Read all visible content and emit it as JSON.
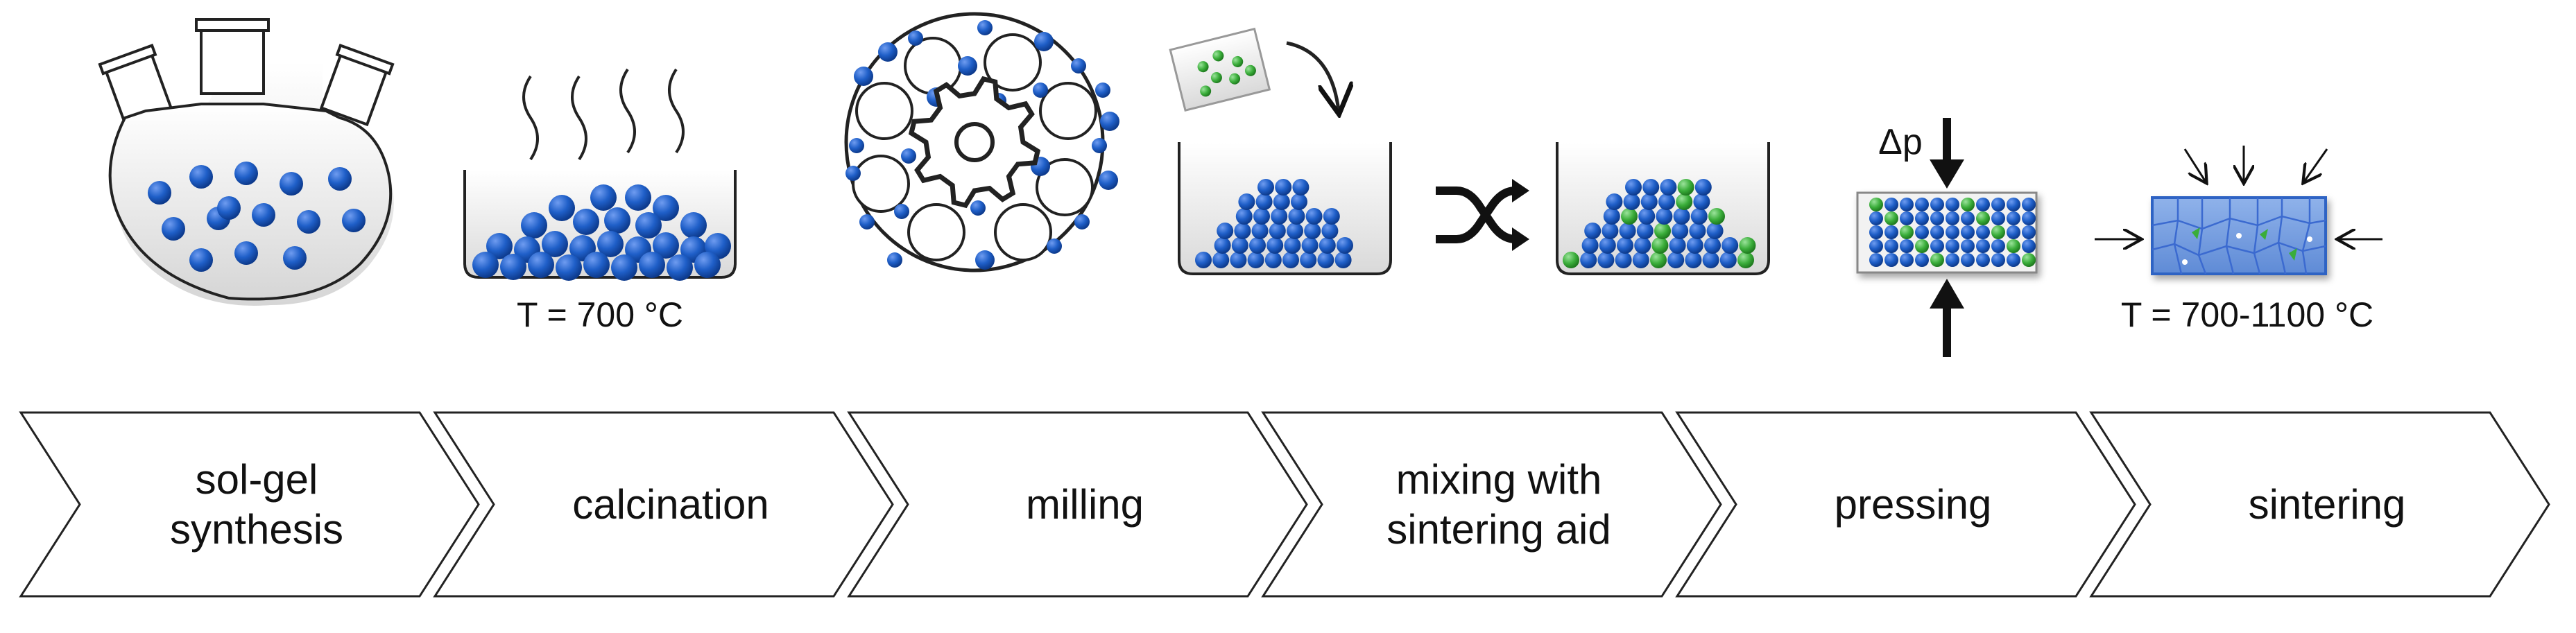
{
  "process": {
    "steps": [
      {
        "id": "sol-gel-synthesis",
        "lines": [
          "sol-gel",
          "synthesis"
        ]
      },
      {
        "id": "calcination",
        "lines": [
          "calcination"
        ]
      },
      {
        "id": "milling",
        "lines": [
          "milling"
        ]
      },
      {
        "id": "mixing",
        "lines": [
          "mixing with",
          "sintering aid"
        ]
      },
      {
        "id": "pressing",
        "lines": [
          "pressing"
        ]
      },
      {
        "id": "sintering",
        "lines": [
          "sintering"
        ]
      }
    ]
  },
  "annotations": {
    "calcination_temp": "T = 700 °C",
    "pressure": "Δp",
    "sintering_temp": "T = 700-1100 °C"
  },
  "colors": {
    "particle_blue": "#1f5fc8",
    "particle_green": "#3aad3a",
    "pellet_blue": "#6f9ae0",
    "outline": "#111111"
  }
}
